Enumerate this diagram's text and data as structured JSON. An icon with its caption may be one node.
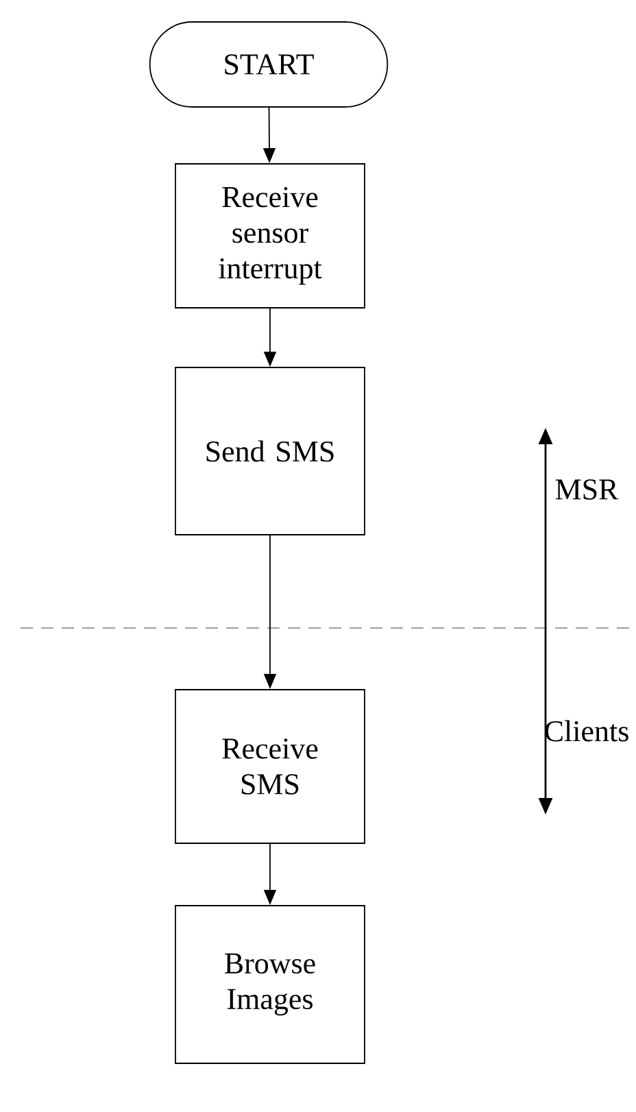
{
  "diagram": {
    "nodes": [
      {
        "text": [
          "START"
        ]
      },
      {
        "text": [
          "Receive sensor interrupt"
        ]
      },
      {
        "text": [
          "Send SMS"
        ]
      },
      {
        "text": [
          "Receive SMS"
        ]
      },
      {
        "text": [
          "Browse Images"
        ]
      }
    ],
    "edges": [
      {
        "from": 0,
        "to": 1,
        "arrow": "to"
      },
      {
        "from": 1,
        "to": 2,
        "arrow": "to"
      },
      {
        "from": 2,
        "to": 3,
        "arrow": "to"
      },
      {
        "from": 3,
        "to": 4,
        "arrow": "to"
      }
    ],
    "labels": [
      "MSR",
      "Clients"
    ]
  }
}
